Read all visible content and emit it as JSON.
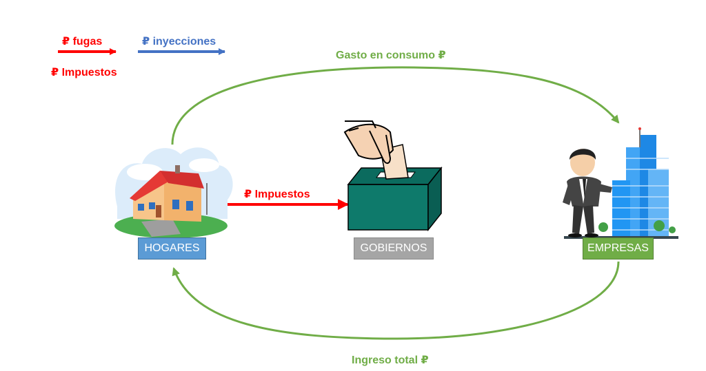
{
  "legend": {
    "leakage_label": "₽ fugas",
    "injection_label": "₽ inyecciones",
    "taxes_label": "₽ Impuestos"
  },
  "flows": {
    "consumption_spending": "Gasto en consumo ₽",
    "total_income": "Ingreso total ₽",
    "taxes": "₽ Impuestos"
  },
  "sectors": {
    "households": "HOGARES",
    "governments": "GOBIERNOS",
    "firms": "EMPRESAS"
  },
  "colors": {
    "leakage": "#ff0000",
    "injection": "#4472c4",
    "circular_flow": "#70ad47",
    "households_box": "#5b9bd5",
    "governments_box": "#a5a5a5",
    "firms_box": "#70ad47",
    "ballot_box": "#0e7a6b"
  },
  "icons": {
    "households": "house-icon",
    "governments": "ballot-box-icon",
    "firms": "businessman-buildings-icon"
  }
}
